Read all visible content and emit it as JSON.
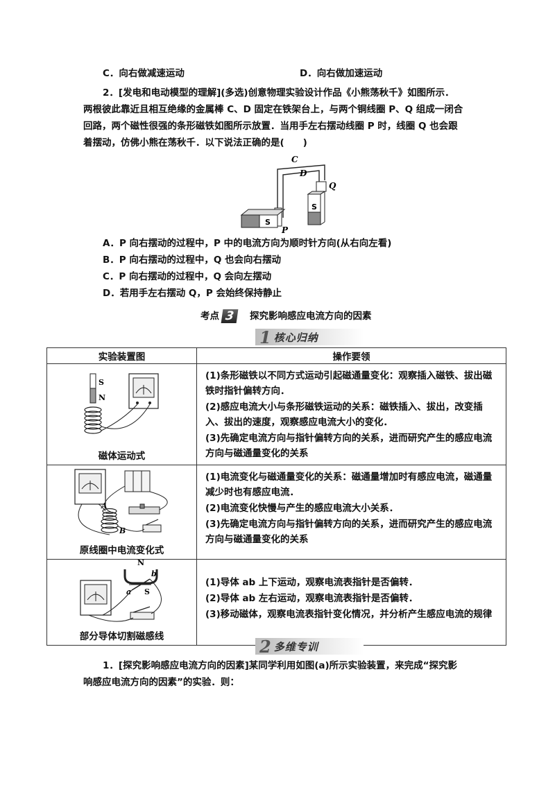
{
  "options_top": {
    "c": "C．向右做减速运动",
    "d": "D．向右做加速运动"
  },
  "question2": {
    "line1": "2．[发电和电动模型的理解](多选)创意物理实验设计作品《小熊荡秋千》如图所示．",
    "line2": "两根彼此靠近且相互绝缘的金属棒 C、D 固定在铁架台上，与两个铜线圈 P、Q 组成一闭合",
    "line3": "回路，两个磁性很强的条形磁铁如图所示放置．当用手左右摆动线圈 P 时，线圈 Q 也会跟",
    "line4": "着摆动，仿佛小熊在荡秋千．以下说法正确的是(　　)",
    "figure_labels": [
      "C",
      "D",
      "Q",
      "S",
      "S",
      "P"
    ],
    "options": [
      "A．P 向右摆动的过程中，P 中的电流方向为顺时针方向(从右向左看)",
      "B．P 向右摆动的过程中，Q 也会向右摆动",
      "C．P 向右摆动的过程中，Q 会向左摆动",
      "D．若用手左右摆动 Q，P 会始终保持静止"
    ]
  },
  "section": {
    "prefix": "考点",
    "badge": "3",
    "title": "探究影响感应电流方向的因素"
  },
  "banner1": {
    "num": "1",
    "text": "核心归纳"
  },
  "table": {
    "headers": [
      "实验装置图",
      "操作要领"
    ],
    "rows": [
      {
        "caption": "磁体运动式",
        "labels": [
          "S",
          "N"
        ],
        "items": [
          "(1)条形磁铁以不同方式运动引起磁通量变化：观察插入磁铁、拔出磁铁时指针偏转方向．",
          "(2)感应电流大小与条形磁铁运动的关系：磁铁插入、拔出，改变插入、拔出的速度，观察感应电流大小的变化．",
          "(3)先确定电流方向与指针偏转方向的关系，进而研究产生的感应电流方向与磁通量变化的关系"
        ]
      },
      {
        "caption": "原线圈中电流变化式",
        "labels": [
          "A",
          "B"
        ],
        "items": [
          "(1)电流变化与磁通量变化的关系：磁通量增加时有感应电流，磁通量减少时也有感应电流．",
          "(2)电流变化快慢与产生的感应电流大小关系．",
          "(3)先确定电流方向与指针偏转方向的关系，进而研究产生的感应电流方向与磁通量变化的关系"
        ]
      },
      {
        "caption": "部分导体切割磁感线",
        "labels": [
          "N",
          "b",
          "a",
          "S"
        ],
        "items": [
          "(1)导体 ab 上下运动，观察电流表指针是否偏转．",
          "(2)导体 ab 左右运动，观察电流表指针是否偏转．",
          "(3)移动磁体，观察电流表指针变化情况，并分析产生感应电流的规律"
        ]
      }
    ]
  },
  "banner2": {
    "num": "2",
    "text": "多维专训"
  },
  "question1": {
    "line1": "1．[探究影响感应电流方向的因素]某同学利用如图(a)所示实验装置，来完成“探究影",
    "line2": "响感应电流方向的因素”的实验．则："
  }
}
